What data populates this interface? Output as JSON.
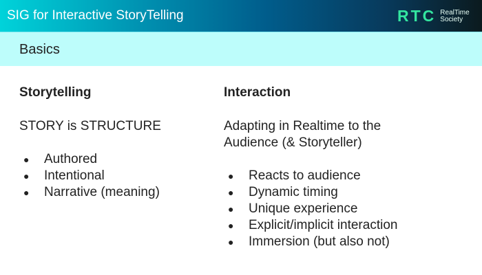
{
  "header": {
    "title": "SIG for Interactive StoryTelling",
    "logo": {
      "mark": "RTC",
      "line1": "RealTime",
      "line2": "Society"
    }
  },
  "band": {
    "heading": "Basics"
  },
  "left": {
    "heading": "Storytelling",
    "text": "STORY is STRUCTURE",
    "bullets": [
      "Authored",
      "Intentional",
      "Narrative (meaning)"
    ]
  },
  "right": {
    "heading": "Interaction",
    "text_line1": "Adapting in Realtime to the",
    "text_line2": "Audience (& Storyteller)",
    "bullets": [
      "Reacts to audience",
      "Dynamic timing",
      "Unique experience",
      "Explicit/implicit interaction",
      "Immersion (but also not)"
    ]
  }
}
